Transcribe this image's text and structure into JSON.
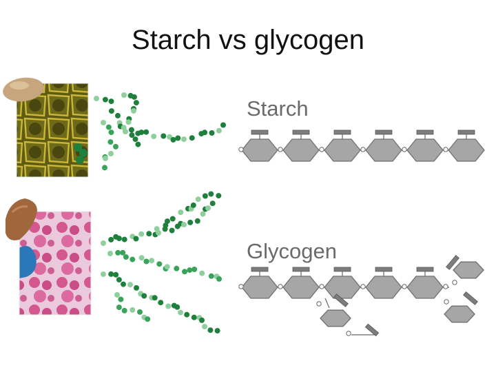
{
  "slide": {
    "title": "Starch vs glycogen"
  },
  "panels": [
    {
      "label": "Starch"
    },
    {
      "label": "Glycogen"
    }
  ],
  "colors": {
    "monomer": "#a6a6a6",
    "monomer_stroke": "#6f6f6f",
    "bead_dark": "#1f7f3d",
    "bead_light": "#8fcf9d",
    "potato": "#c7a67e",
    "liver": "#a0673d",
    "plant_cells": "#8a8a1e",
    "stained_tissue": "#d86aa0"
  },
  "icons": [
    "potato-icon",
    "liver-icon",
    "plant-cell-micrograph",
    "liver-tissue-micrograph"
  ]
}
